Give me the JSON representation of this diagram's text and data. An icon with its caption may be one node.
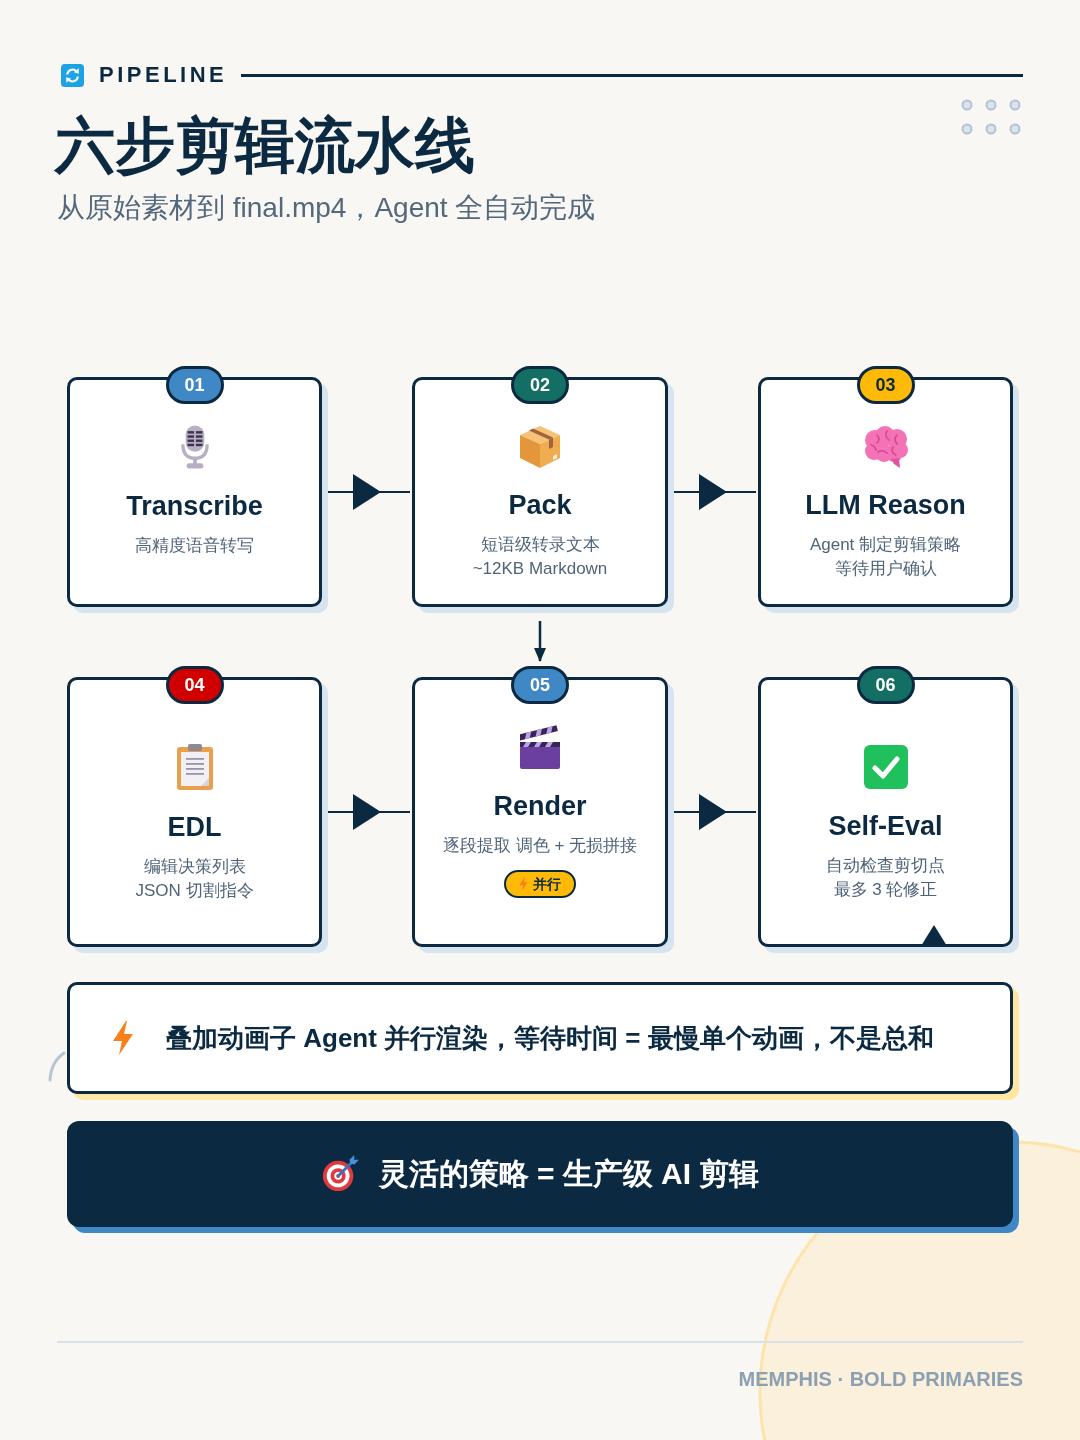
{
  "diagram": {
    "title": "六步剪辑流水线",
    "nodes": [
      {
        "text": [
          "01",
          "Transcribe",
          "高精度语音转写"
        ]
      },
      {
        "text": [
          "02",
          "Pack",
          "短语级转录文本 ~12KB Markdown"
        ]
      },
      {
        "text": [
          "03",
          "LLM Reason",
          "Agent 制定剪辑策略等待用户确认"
        ]
      },
      {
        "text": [
          "04",
          "EDL",
          "编辑决策列表 JSON 切割指令"
        ]
      },
      {
        "text": [
          "05",
          "Render",
          "逐段提取 调色 + 无损拼接"
        ]
      },
      {
        "text": [
          "并行"
        ],
        "in": 4
      },
      {
        "text": [
          "06",
          "Self-Eval",
          "自动检查剪切点最多 3 轮修正"
        ]
      },
      {
        "text": [
          "叠加动画子 Agent 并行渲染，等待时间 = 最慢单个动画，不是总和"
        ]
      },
      {
        "text": [
          "灵活的策略 = 生产级 AI 剪辑"
        ]
      }
    ],
    "edges": [
      {
        "from": 0,
        "to": 1,
        "arrow": "to"
      },
      {
        "from": 1,
        "to": 2,
        "arrow": "to"
      },
      {
        "from": 1,
        "to": 4,
        "arrow": "to"
      },
      {
        "from": 3,
        "to": 4,
        "arrow": "to"
      },
      {
        "from": 4,
        "to": 6,
        "arrow": "to"
      }
    ],
    "labels": [
      "PIPELINE",
      "从原始素材到 final.mp4，Agent 全自动完成",
      "MEMPHIS · BOLD PRIMARIES"
    ]
  }
}
